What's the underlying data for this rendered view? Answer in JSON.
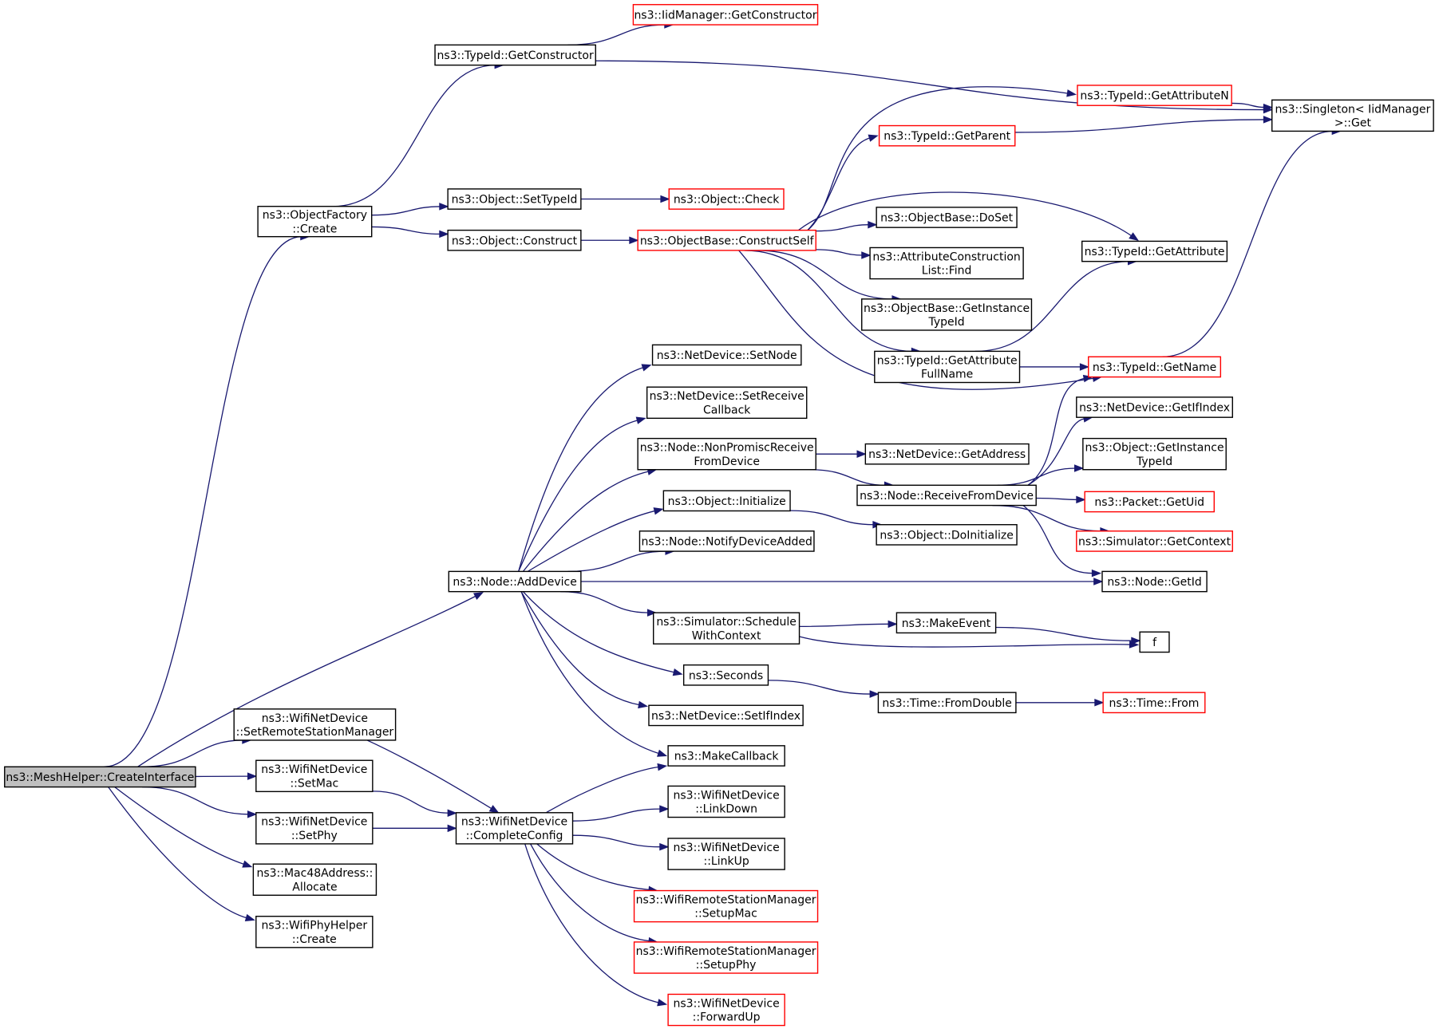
{
  "diagram": {
    "type": "doxygen-call-graph",
    "root": "ns3::MeshHelper::CreateInterface",
    "colors": {
      "edge": "#191970",
      "normal_border": "#000000",
      "truncated_border": "#ff0000",
      "root_fill": "#bfbfbf"
    },
    "nodes": {
      "create_interface": {
        "lines": [
          "ns3::MeshHelper::CreateInterface"
        ],
        "style": "root"
      },
      "object_factory_create": {
        "lines": [
          "ns3::ObjectFactory",
          "::Create"
        ],
        "style": "normal"
      },
      "typeid_get_constructor": {
        "lines": [
          "ns3::TypeId::GetConstructor"
        ],
        "style": "normal"
      },
      "iidmanager_get_constructor": {
        "lines": [
          "ns3::IidManager::GetConstructor"
        ],
        "style": "red"
      },
      "object_set_typeid": {
        "lines": [
          "ns3::Object::SetTypeId"
        ],
        "style": "normal"
      },
      "object_check": {
        "lines": [
          "ns3::Object::Check"
        ],
        "style": "red"
      },
      "object_construct": {
        "lines": [
          "ns3::Object::Construct"
        ],
        "style": "normal"
      },
      "objectbase_construct_self": {
        "lines": [
          "ns3::ObjectBase::ConstructSelf"
        ],
        "style": "red"
      },
      "typeid_get_attribute_n": {
        "lines": [
          "ns3::TypeId::GetAttributeN"
        ],
        "style": "red"
      },
      "singleton_get": {
        "lines": [
          "ns3::Singleton< IidManager",
          " >::Get"
        ],
        "style": "normal"
      },
      "typeid_get_parent": {
        "lines": [
          "ns3::TypeId::GetParent"
        ],
        "style": "red"
      },
      "objectbase_doset": {
        "lines": [
          "ns3::ObjectBase::DoSet"
        ],
        "style": "normal"
      },
      "attr_construction_find": {
        "lines": [
          "ns3::AttributeConstruction",
          "List::Find"
        ],
        "style": "normal"
      },
      "typeid_get_attribute": {
        "lines": [
          "ns3::TypeId::GetAttribute"
        ],
        "style": "normal"
      },
      "objectbase_get_instance_typeid": {
        "lines": [
          "ns3::ObjectBase::GetInstance",
          "TypeId"
        ],
        "style": "normal"
      },
      "typeid_get_attribute_fullname": {
        "lines": [
          "ns3::TypeId::GetAttribute",
          "FullName"
        ],
        "style": "normal"
      },
      "typeid_get_name": {
        "lines": [
          "ns3::TypeId::GetName"
        ],
        "style": "red"
      },
      "netdevice_set_node": {
        "lines": [
          "ns3::NetDevice::SetNode"
        ],
        "style": "normal"
      },
      "netdevice_set_receive_callback": {
        "lines": [
          "ns3::NetDevice::SetReceive",
          "Callback"
        ],
        "style": "normal"
      },
      "netdevice_get_ifindex": {
        "lines": [
          "ns3::NetDevice::GetIfIndex"
        ],
        "style": "normal"
      },
      "node_nonpromisc_receive": {
        "lines": [
          "ns3::Node::NonPromiscReceive",
          "FromDevice"
        ],
        "style": "normal"
      },
      "netdevice_get_address": {
        "lines": [
          "ns3::NetDevice::GetAddress"
        ],
        "style": "normal"
      },
      "object_get_instance_typeid": {
        "lines": [
          "ns3::Object::GetInstance",
          "TypeId"
        ],
        "style": "normal"
      },
      "node_receive_from_device": {
        "lines": [
          "ns3::Node::ReceiveFromDevice"
        ],
        "style": "normal"
      },
      "packet_get_uid": {
        "lines": [
          "ns3::Packet::GetUid"
        ],
        "style": "red"
      },
      "object_initialize": {
        "lines": [
          "ns3::Object::Initialize"
        ],
        "style": "normal"
      },
      "object_do_initialize": {
        "lines": [
          "ns3::Object::DoInitialize"
        ],
        "style": "normal"
      },
      "simulator_get_context": {
        "lines": [
          "ns3::Simulator::GetContext"
        ],
        "style": "red"
      },
      "node_notify_device_added": {
        "lines": [
          "ns3::Node::NotifyDeviceAdded"
        ],
        "style": "normal"
      },
      "node_add_device": {
        "lines": [
          "ns3::Node::AddDevice"
        ],
        "style": "normal"
      },
      "node_get_id": {
        "lines": [
          "ns3::Node::GetId"
        ],
        "style": "normal"
      },
      "simulator_schedule_with_context": {
        "lines": [
          "ns3::Simulator::Schedule",
          "WithContext"
        ],
        "style": "normal"
      },
      "make_event": {
        "lines": [
          "ns3::MakeEvent"
        ],
        "style": "normal"
      },
      "f": {
        "lines": [
          "f"
        ],
        "style": "normal"
      },
      "seconds": {
        "lines": [
          "ns3::Seconds"
        ],
        "style": "normal"
      },
      "time_from_double": {
        "lines": [
          "ns3::Time::FromDouble"
        ],
        "style": "normal"
      },
      "time_from": {
        "lines": [
          "ns3::Time::From"
        ],
        "style": "red"
      },
      "wifi_set_remote_station_manager": {
        "lines": [
          "ns3::WifiNetDevice",
          "::SetRemoteStationManager"
        ],
        "style": "normal"
      },
      "netdevice_set_ifindex": {
        "lines": [
          "ns3::NetDevice::SetIfIndex"
        ],
        "style": "normal"
      },
      "make_callback": {
        "lines": [
          "ns3::MakeCallback"
        ],
        "style": "normal"
      },
      "wifi_set_mac": {
        "lines": [
          "ns3::WifiNetDevice",
          "::SetMac"
        ],
        "style": "normal"
      },
      "wifi_link_down": {
        "lines": [
          "ns3::WifiNetDevice",
          "::LinkDown"
        ],
        "style": "normal"
      },
      "wifi_set_phy": {
        "lines": [
          "ns3::WifiNetDevice",
          "::SetPhy"
        ],
        "style": "normal"
      },
      "wifi_complete_config": {
        "lines": [
          "ns3::WifiNetDevice",
          "::CompleteConfig"
        ],
        "style": "normal"
      },
      "wifi_link_up": {
        "lines": [
          "ns3::WifiNetDevice",
          "::LinkUp"
        ],
        "style": "normal"
      },
      "mac48_allocate": {
        "lines": [
          "ns3::Mac48Address::",
          "Allocate"
        ],
        "style": "normal"
      },
      "wrsm_setup_mac": {
        "lines": [
          "ns3::WifiRemoteStationManager",
          "::SetupMac"
        ],
        "style": "red"
      },
      "wrsm_setup_phy": {
        "lines": [
          "ns3::WifiRemoteStationManager",
          "::SetupPhy"
        ],
        "style": "red"
      },
      "wifiphyhelper_create": {
        "lines": [
          "ns3::WifiPhyHelper",
          "::Create"
        ],
        "style": "normal"
      },
      "wifi_forward_up": {
        "lines": [
          "ns3::WifiNetDevice",
          "::ForwardUp"
        ],
        "style": "red"
      }
    },
    "edges": [
      [
        "create_interface",
        "object_factory_create"
      ],
      [
        "create_interface",
        "node_add_device"
      ],
      [
        "create_interface",
        "wifi_set_remote_station_manager"
      ],
      [
        "create_interface",
        "wifi_set_mac"
      ],
      [
        "create_interface",
        "wifi_set_phy"
      ],
      [
        "create_interface",
        "mac48_allocate"
      ],
      [
        "create_interface",
        "wifiphyhelper_create"
      ],
      [
        "object_factory_create",
        "typeid_get_constructor"
      ],
      [
        "object_factory_create",
        "object_set_typeid"
      ],
      [
        "object_factory_create",
        "object_construct"
      ],
      [
        "typeid_get_constructor",
        "iidmanager_get_constructor"
      ],
      [
        "typeid_get_constructor",
        "singleton_get"
      ],
      [
        "object_set_typeid",
        "object_check"
      ],
      [
        "object_construct",
        "objectbase_construct_self"
      ],
      [
        "objectbase_construct_self",
        "typeid_get_attribute_n"
      ],
      [
        "objectbase_construct_self",
        "typeid_get_parent"
      ],
      [
        "objectbase_construct_self",
        "typeid_get_attribute"
      ],
      [
        "objectbase_construct_self",
        "objectbase_doset"
      ],
      [
        "objectbase_construct_self",
        "attr_construction_find"
      ],
      [
        "objectbase_construct_self",
        "objectbase_get_instance_typeid"
      ],
      [
        "objectbase_construct_self",
        "typeid_get_attribute_fullname"
      ],
      [
        "objectbase_construct_self",
        "typeid_get_name"
      ],
      [
        "typeid_get_attribute_n",
        "singleton_get"
      ],
      [
        "typeid_get_parent",
        "singleton_get"
      ],
      [
        "typeid_get_attribute_fullname",
        "typeid_get_attribute"
      ],
      [
        "typeid_get_attribute_fullname",
        "typeid_get_name"
      ],
      [
        "typeid_get_name",
        "singleton_get"
      ],
      [
        "node_add_device",
        "netdevice_set_node"
      ],
      [
        "node_add_device",
        "netdevice_set_receive_callback"
      ],
      [
        "node_add_device",
        "node_nonpromisc_receive"
      ],
      [
        "node_add_device",
        "object_initialize"
      ],
      [
        "node_add_device",
        "node_notify_device_added"
      ],
      [
        "node_add_device",
        "node_get_id"
      ],
      [
        "node_add_device",
        "simulator_schedule_with_context"
      ],
      [
        "node_add_device",
        "seconds"
      ],
      [
        "node_add_device",
        "netdevice_set_ifindex"
      ],
      [
        "node_add_device",
        "make_callback"
      ],
      [
        "node_nonpromisc_receive",
        "netdevice_get_address"
      ],
      [
        "node_nonpromisc_receive",
        "node_receive_from_device"
      ],
      [
        "node_receive_from_device",
        "typeid_get_name"
      ],
      [
        "node_receive_from_device",
        "netdevice_get_ifindex"
      ],
      [
        "node_receive_from_device",
        "object_get_instance_typeid"
      ],
      [
        "node_receive_from_device",
        "packet_get_uid"
      ],
      [
        "node_receive_from_device",
        "simulator_get_context"
      ],
      [
        "node_receive_from_device",
        "node_get_id"
      ],
      [
        "object_initialize",
        "object_do_initialize"
      ],
      [
        "simulator_schedule_with_context",
        "make_event"
      ],
      [
        "simulator_schedule_with_context",
        "f"
      ],
      [
        "make_event",
        "f"
      ],
      [
        "seconds",
        "time_from_double"
      ],
      [
        "time_from_double",
        "time_from"
      ],
      [
        "wifi_set_remote_station_manager",
        "wifi_complete_config"
      ],
      [
        "wifi_set_mac",
        "wifi_complete_config"
      ],
      [
        "wifi_set_phy",
        "wifi_complete_config"
      ],
      [
        "wifi_complete_config",
        "make_callback"
      ],
      [
        "wifi_complete_config",
        "wifi_link_down"
      ],
      [
        "wifi_complete_config",
        "wifi_link_up"
      ],
      [
        "wifi_complete_config",
        "wrsm_setup_mac"
      ],
      [
        "wifi_complete_config",
        "wrsm_setup_phy"
      ],
      [
        "wifi_complete_config",
        "wifi_forward_up"
      ]
    ]
  }
}
